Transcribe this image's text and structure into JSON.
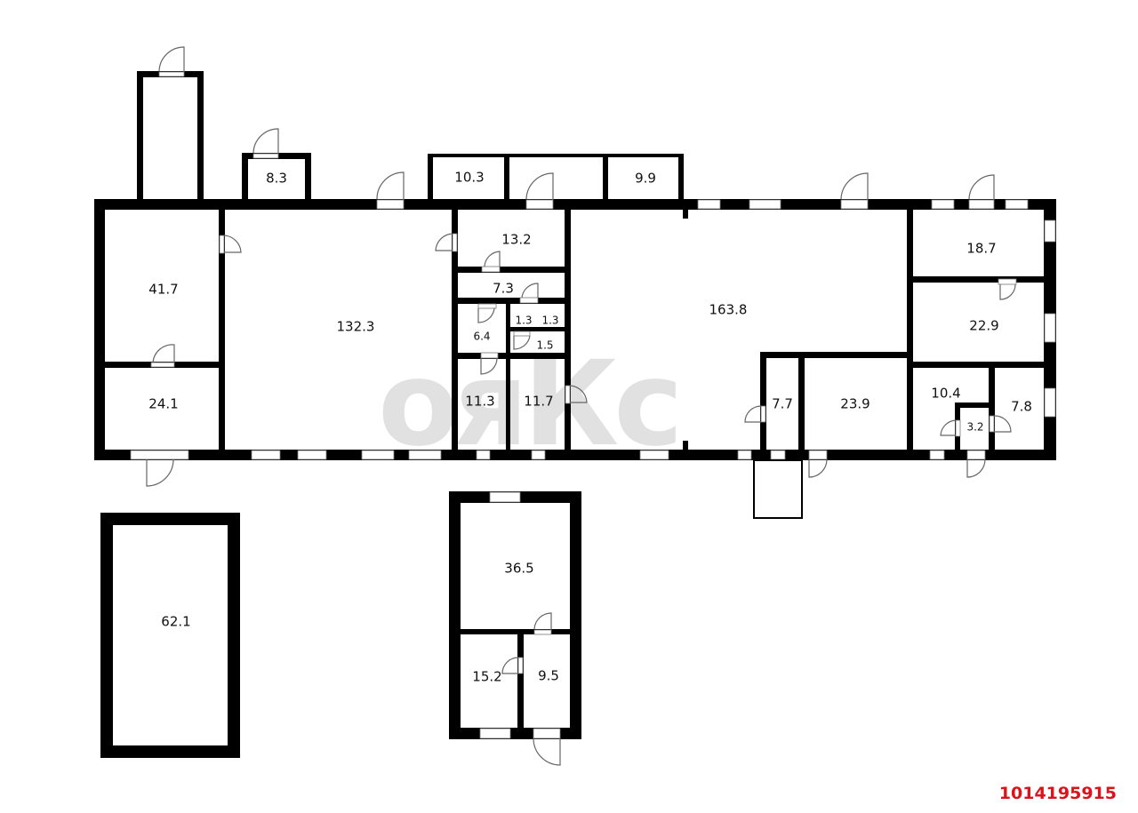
{
  "floor_plan": {
    "rooms": [
      {
        "id": "r41_7",
        "area": "41.7"
      },
      {
        "id": "r24_1",
        "area": "24.1"
      },
      {
        "id": "r132_3",
        "area": "132.3"
      },
      {
        "id": "r8_3",
        "area": "8.3"
      },
      {
        "id": "r10_3",
        "area": "10.3"
      },
      {
        "id": "r9_9",
        "area": "9.9"
      },
      {
        "id": "r13_2",
        "area": "13.2"
      },
      {
        "id": "r7_3",
        "area": "7.3"
      },
      {
        "id": "r6_4",
        "area": "6.4"
      },
      {
        "id": "r1_3a",
        "area": "1.3"
      },
      {
        "id": "r1_3b",
        "area": "1.3"
      },
      {
        "id": "r1_5",
        "area": "1.5"
      },
      {
        "id": "r11_3",
        "area": "11.3"
      },
      {
        "id": "r11_7",
        "area": "11.7"
      },
      {
        "id": "r163_8",
        "area": "163.8"
      },
      {
        "id": "r7_7",
        "area": "7.7"
      },
      {
        "id": "r23_9",
        "area": "23.9"
      },
      {
        "id": "r18_7",
        "area": "18.7"
      },
      {
        "id": "r22_9",
        "area": "22.9"
      },
      {
        "id": "r10_4",
        "area": "10.4"
      },
      {
        "id": "r3_2",
        "area": "3.2"
      },
      {
        "id": "r7_8",
        "area": "7.8"
      },
      {
        "id": "r62_1",
        "area": "62.1"
      },
      {
        "id": "r36_5",
        "area": "36.5"
      },
      {
        "id": "r15_2",
        "area": "15.2"
      },
      {
        "id": "r9_5",
        "area": "9.5"
      }
    ]
  },
  "watermark": {
    "text": "ояКс"
  },
  "listing_id": "1014195915",
  "colors": {
    "wall": "#000000",
    "listing_id": "#d9141c",
    "watermark": "#c8c8c8"
  }
}
